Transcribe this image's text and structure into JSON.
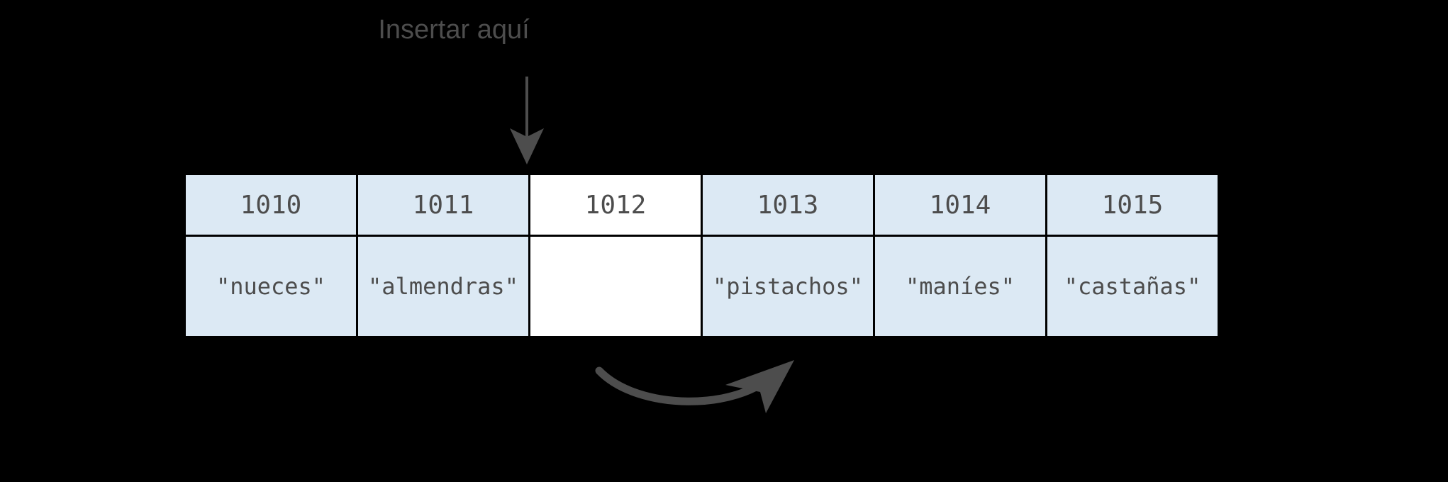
{
  "diagram": {
    "caption": "Insertar aquí",
    "colors": {
      "background": "#000000",
      "cell_fill": "#dce9f4",
      "empty_cell_fill": "#ffffff",
      "border": "#000000",
      "text": "#4d4d4d",
      "arrow": "#4d4d4d",
      "curved_arrow": "#4d4d4d"
    },
    "insert_index": 2,
    "table": {
      "addresses": [
        "1010",
        "1011",
        "1012",
        "1013",
        "1014",
        "1015"
      ],
      "values": [
        "\"nueces\"",
        "\"almendras\"",
        "",
        "\"pistachos\"",
        "\"maníes\"",
        "\"castañas\""
      ]
    },
    "annotations": {
      "down_arrow": "down-arrow-to-slot-1012",
      "curved_arrow": "curved-shift-right-arrow"
    }
  }
}
